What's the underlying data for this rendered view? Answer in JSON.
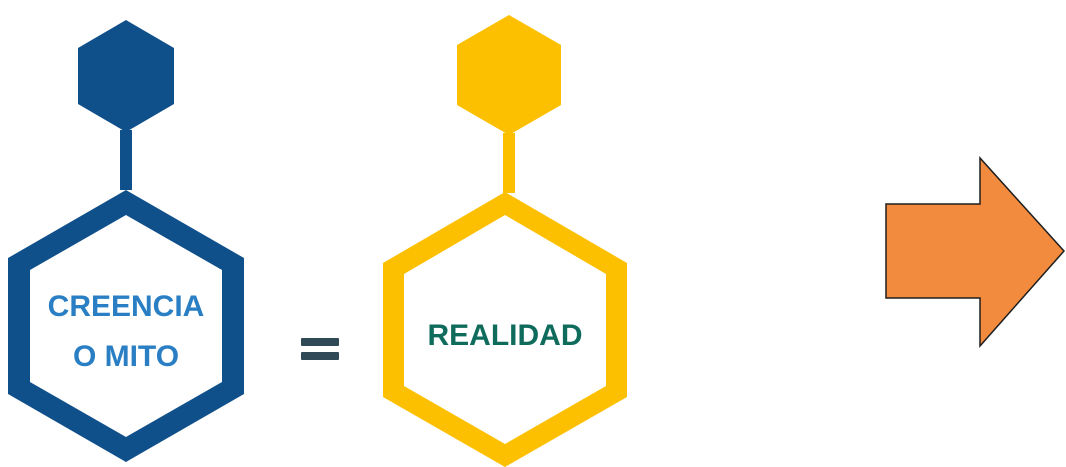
{
  "belief": {
    "label_line1": "CREENCIA",
    "label_line2": "O MITO",
    "color": "#10508a",
    "text_color": "#2a7fc4"
  },
  "equals": {
    "symbol": "=",
    "color": "#2f4a56"
  },
  "reality": {
    "label": "REALIDAD",
    "color": "#fcc000",
    "text_color": "#0f6b5c"
  },
  "arrow": {
    "fill": "#f38b3f",
    "stroke": "#1e1e1e"
  }
}
